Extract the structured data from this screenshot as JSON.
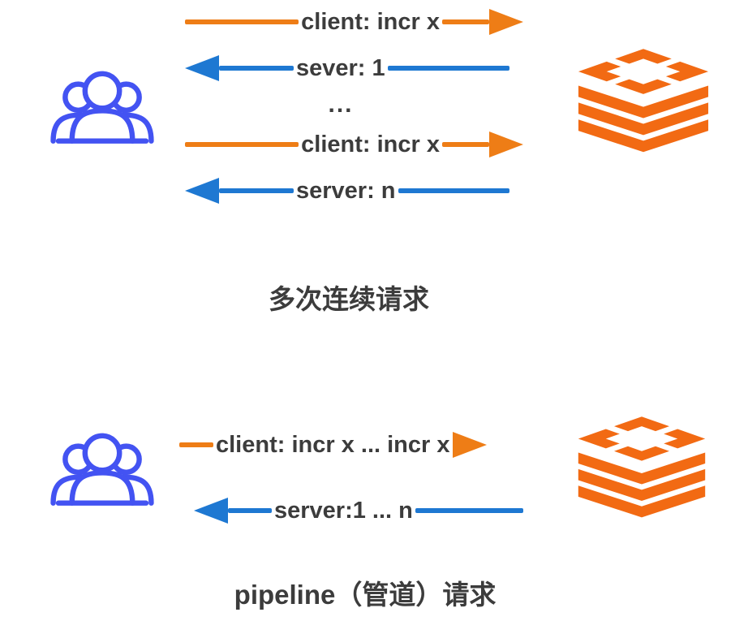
{
  "colors": {
    "request": "#EE7D16",
    "response": "#1E78D2",
    "label_text": "#3C3C3C",
    "client_icon": "#4353F2",
    "redis_icon": "#F26A13"
  },
  "icons": {
    "client": "users-group-icon",
    "server": "redis-stack-icon"
  },
  "sections": [
    {
      "name": "sequential-requests",
      "caption": "多次连续请求",
      "messages": [
        {
          "label": "client: incr x",
          "direction": "right"
        },
        {
          "label": "sever: 1",
          "direction": "left"
        },
        {
          "label": "...",
          "direction": "none"
        },
        {
          "label": "client: incr x",
          "direction": "right"
        },
        {
          "label": "server: n",
          "direction": "left"
        }
      ]
    },
    {
      "name": "pipeline-requests",
      "caption": "pipeline（管道）请求",
      "messages": [
        {
          "label": "client: incr x ... incr x",
          "direction": "right"
        },
        {
          "label": "server:1 ... n",
          "direction": "left"
        }
      ]
    }
  ]
}
